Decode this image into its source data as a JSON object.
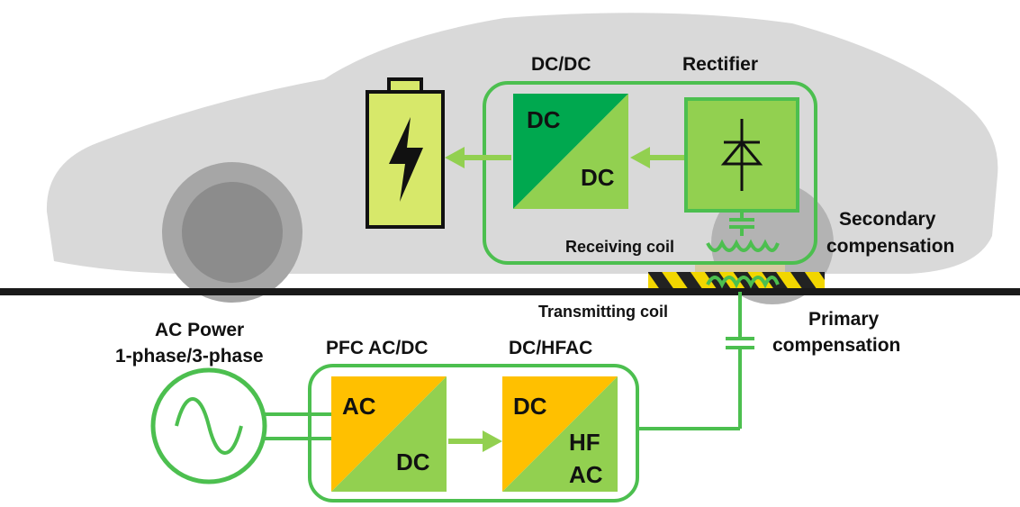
{
  "colors": {
    "green": "#4cbf4f",
    "dark_green": "#00a84f",
    "light_green": "#92d050",
    "orange": "#ffc000",
    "battery": "#d7e86a",
    "car": "#d9d9d9",
    "tire": "#a6a6a6",
    "ground": "#1a1a1a"
  },
  "vehicle_side": {
    "dcdc": {
      "title": "DC/DC",
      "in_label": "DC",
      "out_label": "DC"
    },
    "rectifier": {
      "title": "Rectifier",
      "icon": "diode-icon"
    },
    "battery": {
      "icon": "lightning-icon"
    },
    "receiving_coil": "Receiving coil",
    "secondary_compensation": [
      "Secondary",
      "compensation"
    ]
  },
  "ground_side": {
    "ac_power": [
      "AC Power",
      "1-phase/3-phase"
    ],
    "ac_source_icon": "sine-wave-icon",
    "pfc": {
      "title": "PFC AC/DC",
      "in_label": "AC",
      "out_label": "DC"
    },
    "dchfac": {
      "title": "DC/HFAC",
      "in_label": "DC",
      "out_label": [
        "HF",
        "AC"
      ]
    },
    "transmitting_coil": "Transmitting coil",
    "primary_compensation": [
      "Primary",
      "compensation"
    ]
  }
}
